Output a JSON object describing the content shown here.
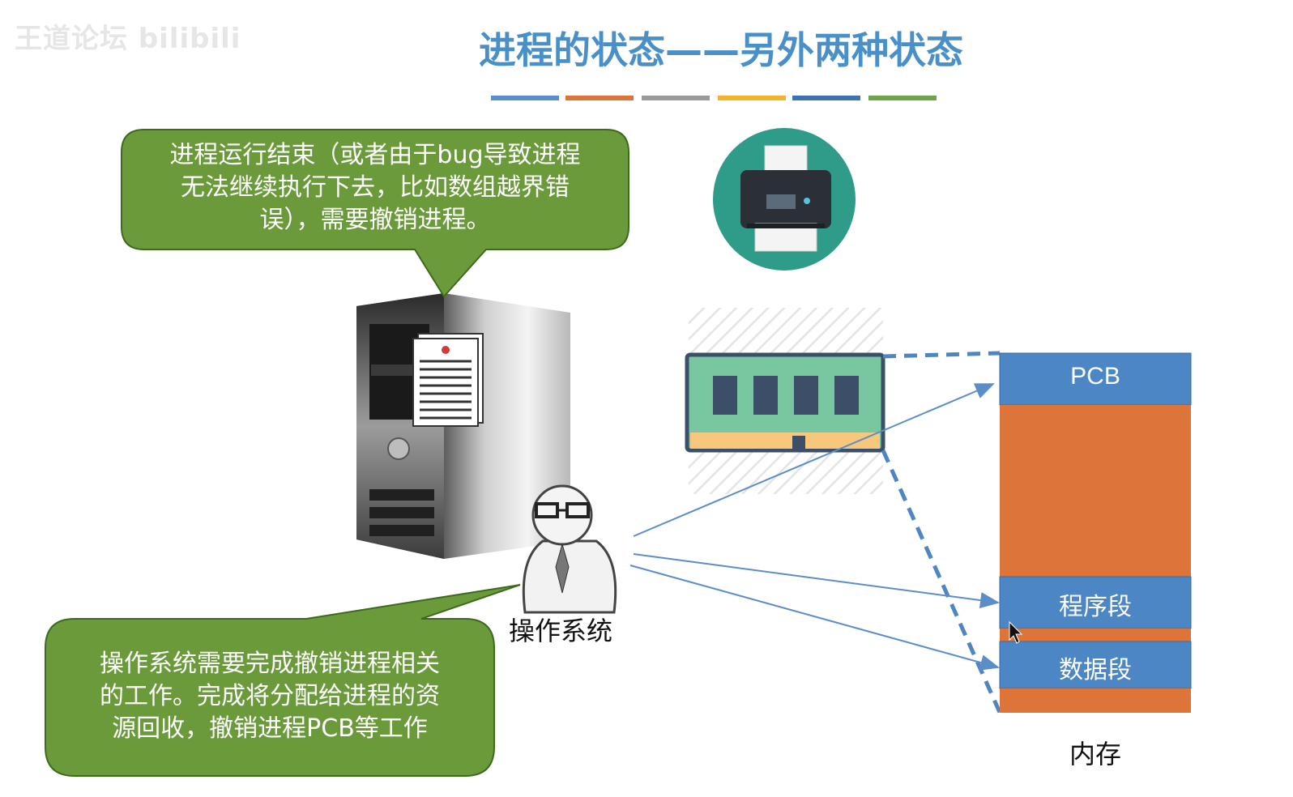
{
  "watermark": "王道论坛 bilibili",
  "title": "进程的状态——另外两种状态",
  "colors": {
    "title": "#4a90c8",
    "bubble_fill": "#6b9a3b",
    "bubble_stroke": "#3e6a1e",
    "memory_blue": "#4d86c4",
    "memory_orange": "#dd7439",
    "arrow_blue": "#5b8ec8",
    "decor_bars": [
      "#5b8ec8",
      "#dd7439",
      "#9a9a9a",
      "#f0b52a",
      "#3f6fb4",
      "#6fa34a"
    ]
  },
  "top_bubble": {
    "lines": [
      "进程运行结束（或者由于bug导致进程",
      "无法继续执行下去，比如数组越界错",
      "误），需要撤销进程。"
    ]
  },
  "bottom_bubble": {
    "lines": [
      "操作系统需要完成撤销进程相关",
      "的工作。完成将分配给进程的资",
      "源回收，撤销进程PCB等工作"
    ]
  },
  "os_label": "操作系统",
  "memory": {
    "caption": "内存",
    "segments": {
      "pcb": "PCB",
      "program": "程序段",
      "data": "数据段"
    }
  },
  "icons": [
    "printer-icon",
    "server-tower-icon",
    "document-icon",
    "ram-module-icon",
    "os-character-icon",
    "cursor-icon"
  ]
}
